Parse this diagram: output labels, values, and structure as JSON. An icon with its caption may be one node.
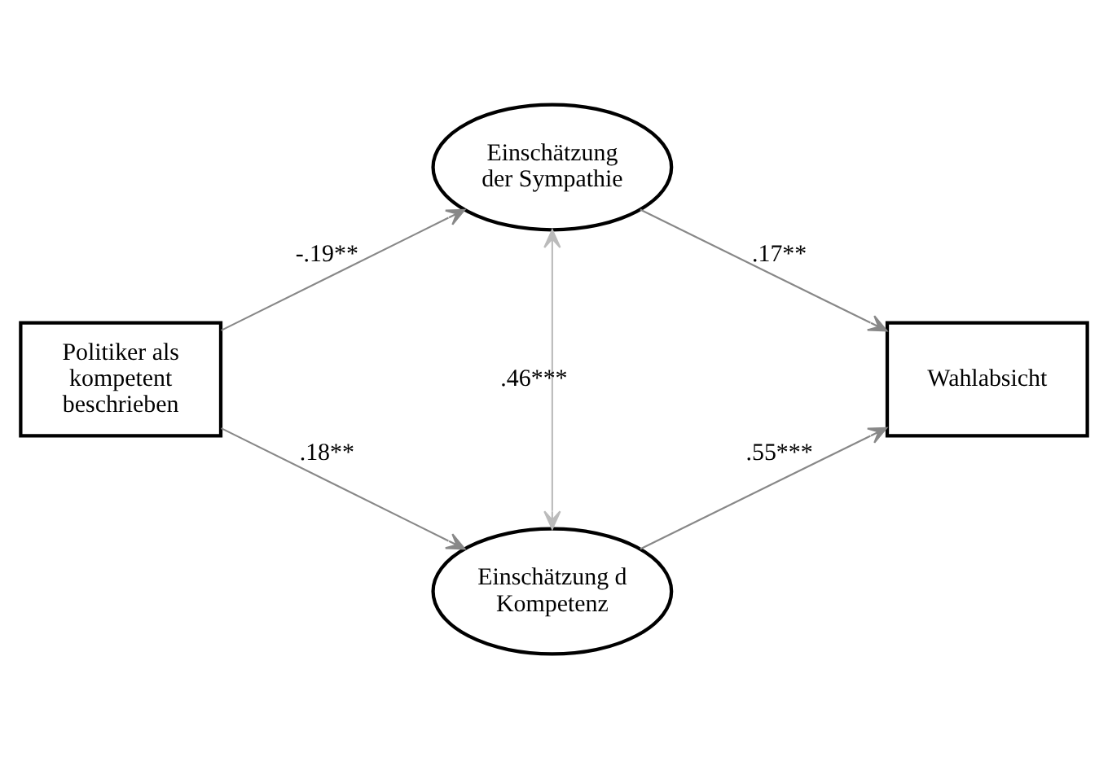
{
  "diagram": {
    "nodes": [
      {
        "text": [
          "Politiker als kompetent beschrieben"
        ]
      },
      {
        "text": [
          "Einschätzung der Sympathie"
        ]
      },
      {
        "text": [
          "Einschätzung d Kompetenz"
        ]
      },
      {
        "text": [
          "Wahlabsicht"
        ]
      }
    ],
    "edges": [
      {
        "from": 0,
        "to": 1,
        "arrow": "to",
        "label": "-.19**"
      },
      {
        "from": 0,
        "to": 2,
        "arrow": "to",
        "label": ".18**"
      },
      {
        "from": 1,
        "to": 2,
        "arrow": "both",
        "label": ".46***",
        "color": "#bbbbbb"
      },
      {
        "from": 1,
        "to": 3,
        "arrow": "to",
        "label": ".17**"
      },
      {
        "from": 2,
        "to": 3,
        "arrow": "to",
        "label": ".55***"
      }
    ]
  }
}
